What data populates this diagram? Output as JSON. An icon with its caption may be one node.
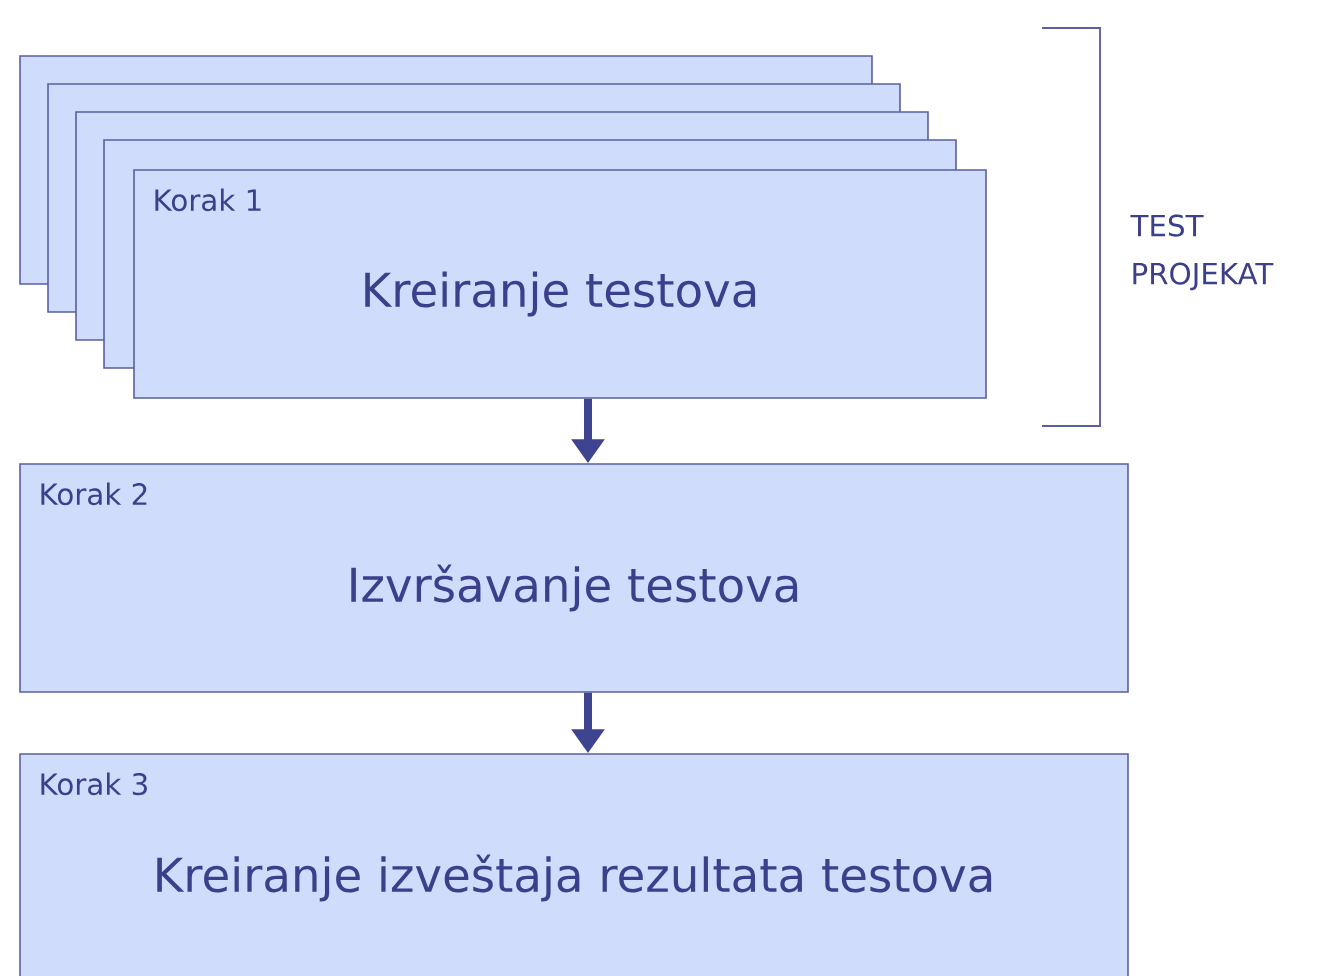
{
  "diagram": {
    "nodes": [
      {
        "text": [],
        "shape": "box"
      },
      {
        "text": [],
        "shape": "box"
      },
      {
        "text": [],
        "shape": "box"
      },
      {
        "text": [],
        "shape": "box"
      },
      {
        "text": [
          "Korak 1",
          "Kreiranje testova"
        ]
      },
      {
        "text": [
          "Korak 2",
          "Izvršavanje testova"
        ]
      },
      {
        "text": [
          "Korak 3",
          "Kreiranje izveštaja rezultata testova"
        ]
      }
    ],
    "edges": [
      {
        "from": 4,
        "to": 5,
        "arrow": "to"
      },
      {
        "from": 5,
        "to": 6,
        "arrow": "to"
      }
    ],
    "labels": [
      "TEST PROJEKAT"
    ]
  }
}
